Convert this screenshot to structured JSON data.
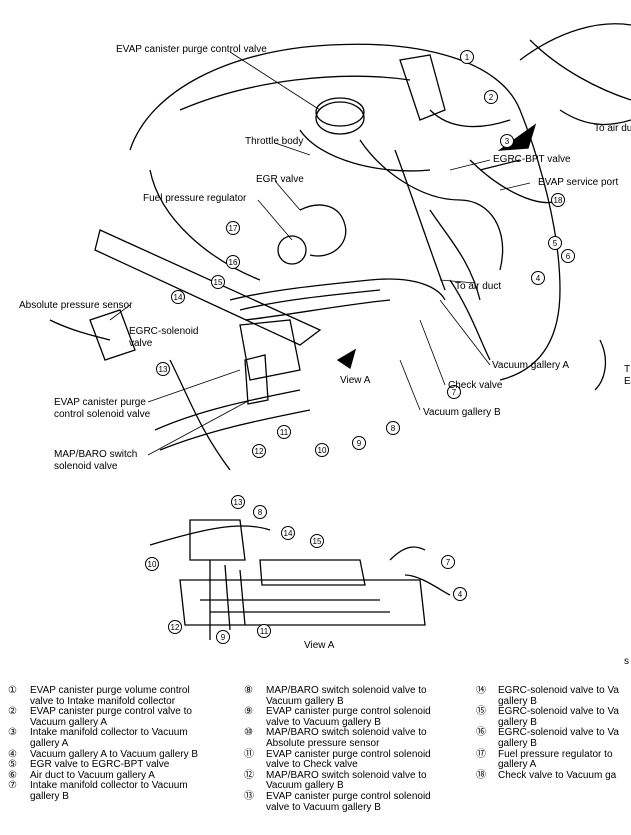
{
  "callouts": {
    "evap_purge_valve": "EVAP canister purge control valve",
    "throttle_body": "Throttle body",
    "egr_valve": "EGR valve",
    "fuel_pressure_regulator": "Fuel pressure regulator",
    "egrc_bpt_valve": "EGRC-BPT valve",
    "evap_service_port": "EVAP service port",
    "to_air_duct": "To air duct",
    "to_air_du": "To air du",
    "absolute_pressure_sensor": "Absolute pressure sensor",
    "egrc_solenoid_valve_1": "EGRC-solenoid",
    "egrc_solenoid_valve_2": "valve",
    "evap_solenoid_1": "EVAP canister purge",
    "evap_solenoid_2": "control solenoid valve",
    "map_baro_1": "MAP/BARO switch",
    "map_baro_2": "solenoid valve",
    "vacuum_gallery_a": "Vacuum gallery A",
    "check_valve": "Check valve",
    "view_a_arrow": "View A",
    "vacuum_gallery_b": "Vacuum gallery B",
    "view_a_title": "View A",
    "stray_s": "s",
    "stray_t": "T",
    "stray_e": "E"
  },
  "numbers": [
    "1",
    "2",
    "3",
    "4",
    "5",
    "6",
    "7",
    "8",
    "9",
    "10",
    "11",
    "12",
    "13",
    "14",
    "15",
    "16",
    "17",
    "18"
  ],
  "legend": {
    "col1": [
      {
        "n": "①",
        "t": "EVAP canister purge volume control valve to Intake manifold collector"
      },
      {
        "n": "②",
        "t": "EVAP canister purge control valve to Vacuum gallery A"
      },
      {
        "n": "③",
        "t": "Intake manifold collector to Vacuum gallery A"
      },
      {
        "n": "④",
        "t": "Vacuum gallery A to Vacuum gallery B"
      },
      {
        "n": "⑤",
        "t": "EGR valve to EGRC-BPT valve"
      },
      {
        "n": "⑥",
        "t": "Air duct to Vacuum gallery A"
      },
      {
        "n": "⑦",
        "t": "Intake manifold collector to Vacuum gallery B"
      }
    ],
    "col2": [
      {
        "n": "⑧",
        "t": "MAP/BARO switch solenoid valve to Vacuum gallery B"
      },
      {
        "n": "⑨",
        "t": "EVAP canister purge control solenoid valve to Vacuum gallery B"
      },
      {
        "n": "⑩",
        "t": "MAP/BARO switch solenoid valve to Absolute pressure sensor"
      },
      {
        "n": "⑪",
        "t": "EVAP canister purge control solenoid valve to Check valve"
      },
      {
        "n": "⑫",
        "t": "MAP/BARO switch solenoid valve to Vacuum gallery B"
      },
      {
        "n": "⑬",
        "t": "EVAP canister purge control solenoid valve to Vacuum gallery B"
      }
    ],
    "col3": [
      {
        "n": "⑭",
        "t": "EGRC-solenoid valve to Va gallery B"
      },
      {
        "n": "⑮",
        "t": "EGRC-solenoid valve to Va gallery B"
      },
      {
        "n": "⑯",
        "t": "EGRC-solenoid valve to Va gallery B"
      },
      {
        "n": "⑰",
        "t": "Fuel pressure regulator to gallery A"
      },
      {
        "n": "⑱",
        "t": "Check valve to Vacuum ga"
      }
    ]
  }
}
